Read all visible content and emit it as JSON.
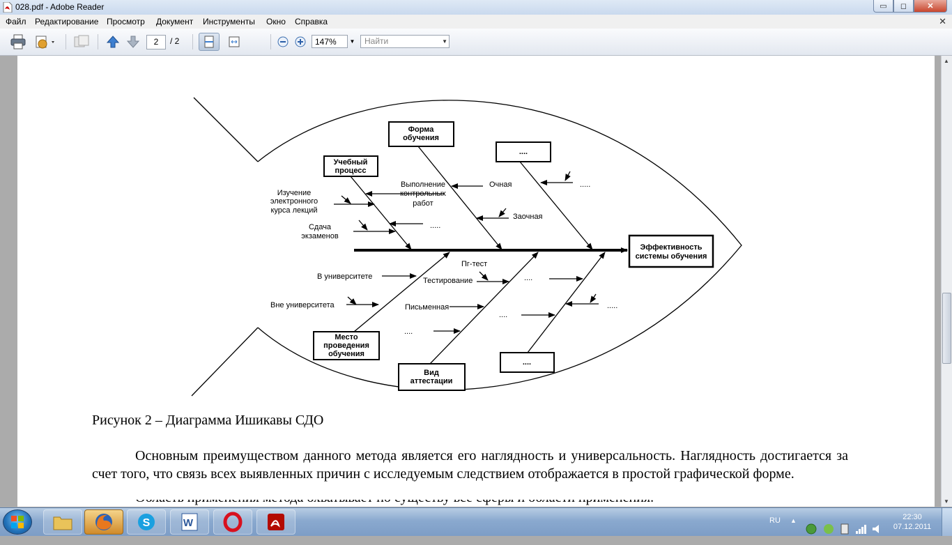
{
  "window": {
    "title": "028.pdf - Adobe Reader",
    "min_glyph": "▭",
    "max_glyph": "◻",
    "close_glyph": "✕",
    "menu_close_glyph": "✕"
  },
  "menu": {
    "items": [
      "Файл",
      "Редактирование",
      "Просмотр",
      "Документ",
      "Инструменты",
      "Окно",
      "Справка"
    ]
  },
  "toolbar": {
    "page_current": "2",
    "page_total": "/ 2",
    "zoom": "147%",
    "find_placeholder": "Найти",
    "icons": [
      "print-icon",
      "share-icon",
      "annotate-icon",
      "prev-page-icon",
      "next-page-icon",
      "fit-page-icon",
      "fit-width-icon",
      "zoom-out-icon",
      "zoom-in-icon"
    ]
  },
  "diagram": {
    "effect": [
      "Эффективность",
      "системы обучения"
    ],
    "cause_boxes": {
      "process": [
        "Учебный",
        "процесс"
      ],
      "form": [
        "Форма",
        "обучения"
      ],
      "top_dots": "....",
      "place": [
        "Место",
        "проведения",
        "обучения"
      ],
      "attestation": [
        "Вид",
        "аттестации"
      ],
      "bottom_dots": "...."
    },
    "labels": {
      "study": [
        "Изучение",
        "электронного",
        "курса лекций"
      ],
      "exams": [
        "Сдача",
        "экзаменов"
      ],
      "control": [
        "Выполнение",
        "контрольных",
        "работ"
      ],
      "ochnaya": "Очная",
      "zaochnaya": "Заочная",
      "dots_top_right": ".....",
      "dots_process": ".....",
      "in_univ": "В университете",
      "out_univ": "Вне университета",
      "pitest": "Пг-тест",
      "testing": "Тестирование",
      "written": "Письменная",
      "dots_place": "....",
      "dots_att1": "....",
      "dots_att2": "....",
      "dots_bottom_right": "....."
    }
  },
  "document": {
    "caption": "Рисунок 2 – Диаграмма Ишикавы СДО",
    "paragraph": "Основным преимуществом данного метода является его наглядность и универсальность. Наглядность достигается за счет того, что связь всех выявленных причин с исследуемым следствием отображается в простой графической форме.",
    "cut_line": "Область применения метода охватывает по существу все сферы и области применения."
  },
  "taskbar": {
    "apps": [
      "explorer-icon",
      "firefox-icon",
      "skype-icon",
      "word-icon",
      "opera-icon",
      "adobe-reader-icon"
    ],
    "language": "RU",
    "time": "22:30",
    "date": "07.12.2011"
  }
}
